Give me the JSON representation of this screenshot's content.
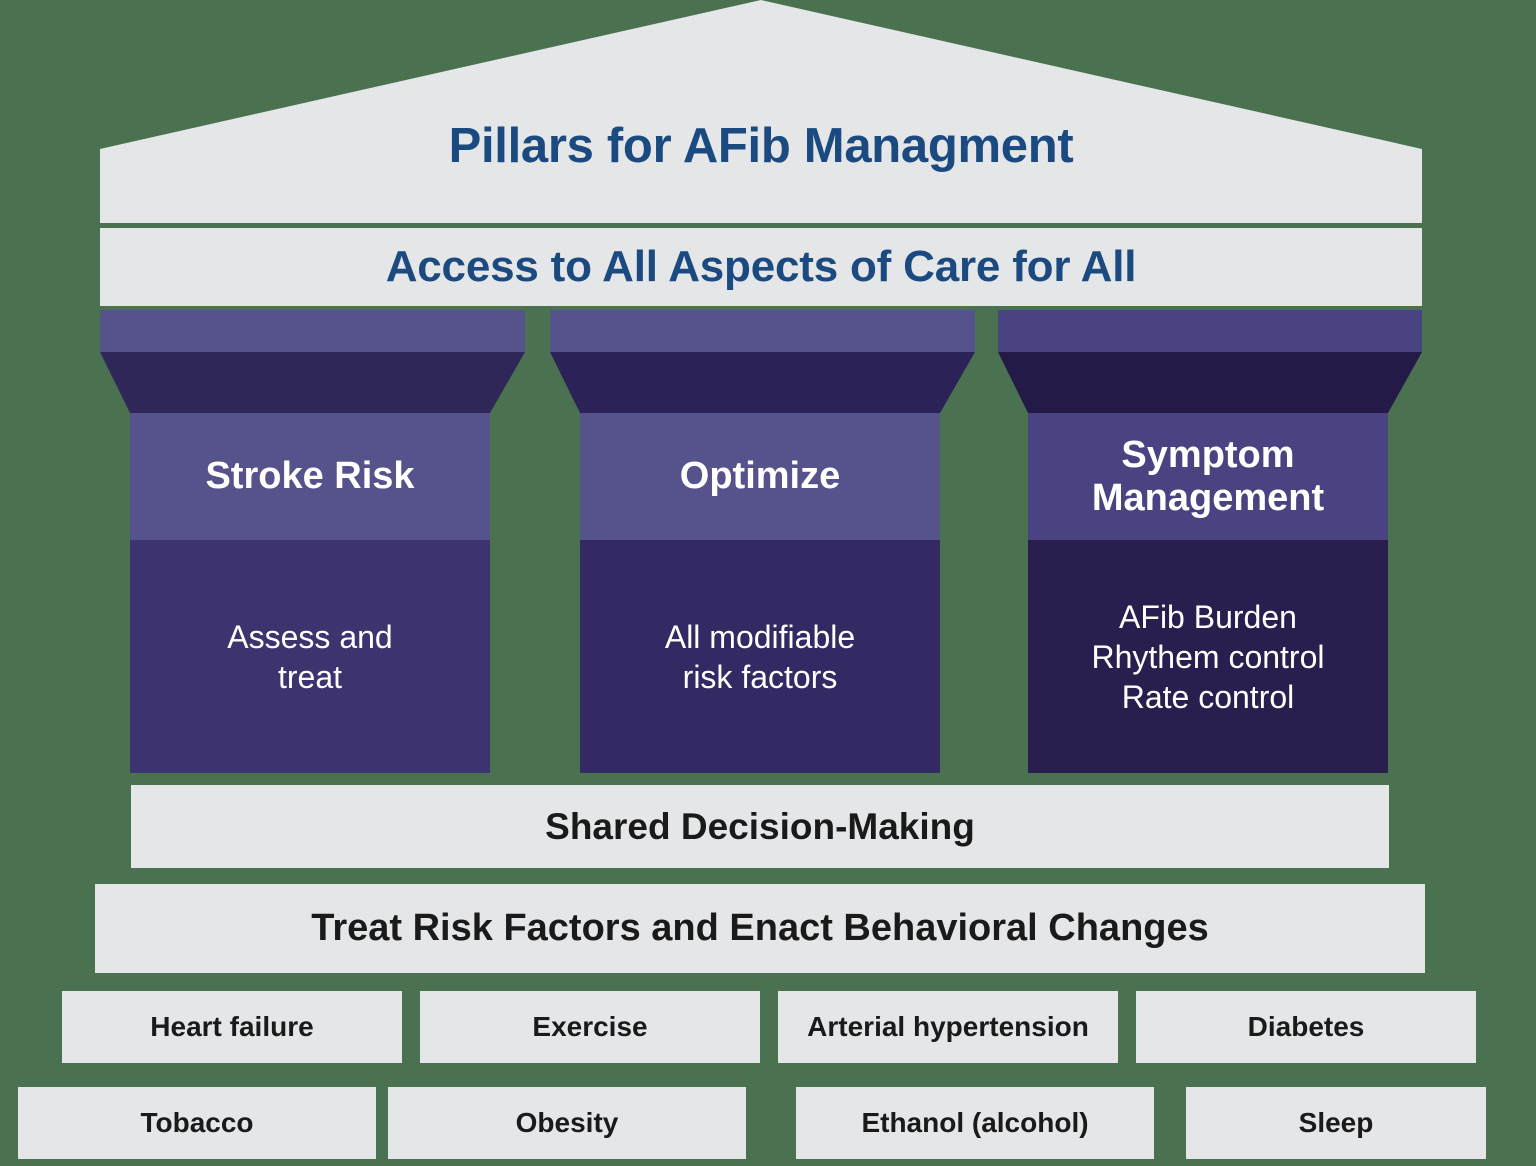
{
  "colors": {
    "background": "#4a7251",
    "panel": "#e4e6e8",
    "navy_text": "#1b4a80",
    "dark_text": "#1a1a1a",
    "white_text": "#ffffff",
    "pillar1_light": "#56528b",
    "pillar1_dark": "#2f2757",
    "pillar1_head": "#56528b",
    "pillar1_body": "#3d336e",
    "pillar2_light": "#56528b",
    "pillar2_dark": "#2b2257",
    "pillar2_head": "#56528b",
    "pillar2_body": "#342a63",
    "pillar3_light": "#4a4381",
    "pillar3_dark": "#231a47",
    "pillar3_head": "#4a4381",
    "pillar3_body": "#2a1e4e"
  },
  "roof": {
    "title": "Pillars for AFib Managment"
  },
  "architrave": {
    "title": "Access to All Aspects of Care for All"
  },
  "pillars": [
    {
      "heading": "Stroke Risk",
      "body": "Assess and\ntreat",
      "body_lines": [
        "Assess and",
        "treat"
      ]
    },
    {
      "heading": "Optimize",
      "body": "All modifiable\nrisk factors",
      "body_lines": [
        "All modifiable",
        "risk factors"
      ]
    },
    {
      "heading": "Symptom\nManagement",
      "heading_lines": [
        "Symptom",
        "Management"
      ],
      "body": "AFib Burden\nRhythem control\nRate control",
      "body_lines": [
        "AFib Burden",
        "Rhythem control",
        "Rate control"
      ]
    }
  ],
  "bands": {
    "shared_decision": "Shared Decision-Making",
    "treat_risk": "Treat Risk Factors and Enact Behavioral Changes"
  },
  "risk_factors": {
    "row1": [
      "Heart failure",
      "Exercise",
      "Arterial hypertension",
      "Diabetes"
    ],
    "row2": [
      "Tobacco",
      "Obesity",
      "Ethanol (alcohol)",
      "Sleep"
    ]
  }
}
